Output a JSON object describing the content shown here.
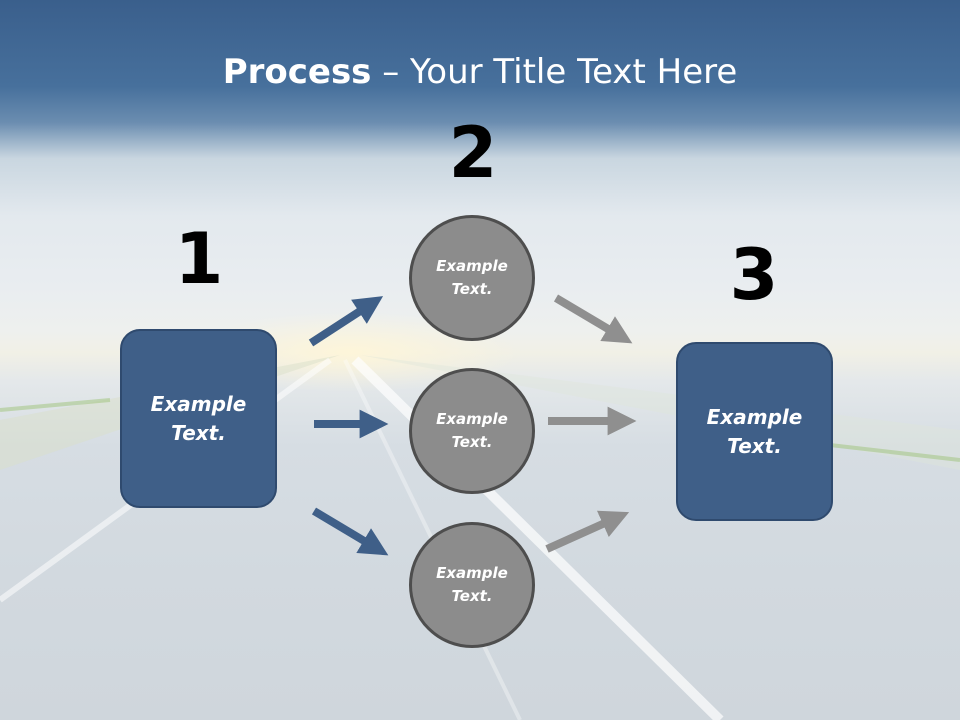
{
  "title": {
    "bold": "Process",
    "rest": " – Your Title Text Here"
  },
  "steps": [
    {
      "number": "1",
      "text": "Example Text."
    },
    {
      "number": "2",
      "text": "Example Text."
    },
    {
      "number": "3",
      "text": "Example Text."
    }
  ],
  "circles": [
    {
      "text": "Example Text."
    },
    {
      "text": "Example Text."
    },
    {
      "text": "Example Text."
    }
  ],
  "colors": {
    "box": "#3f5f88",
    "circle": "#8c8c8c",
    "arrow_blue": "#3f5f88",
    "arrow_gray": "#8f8f8f"
  }
}
